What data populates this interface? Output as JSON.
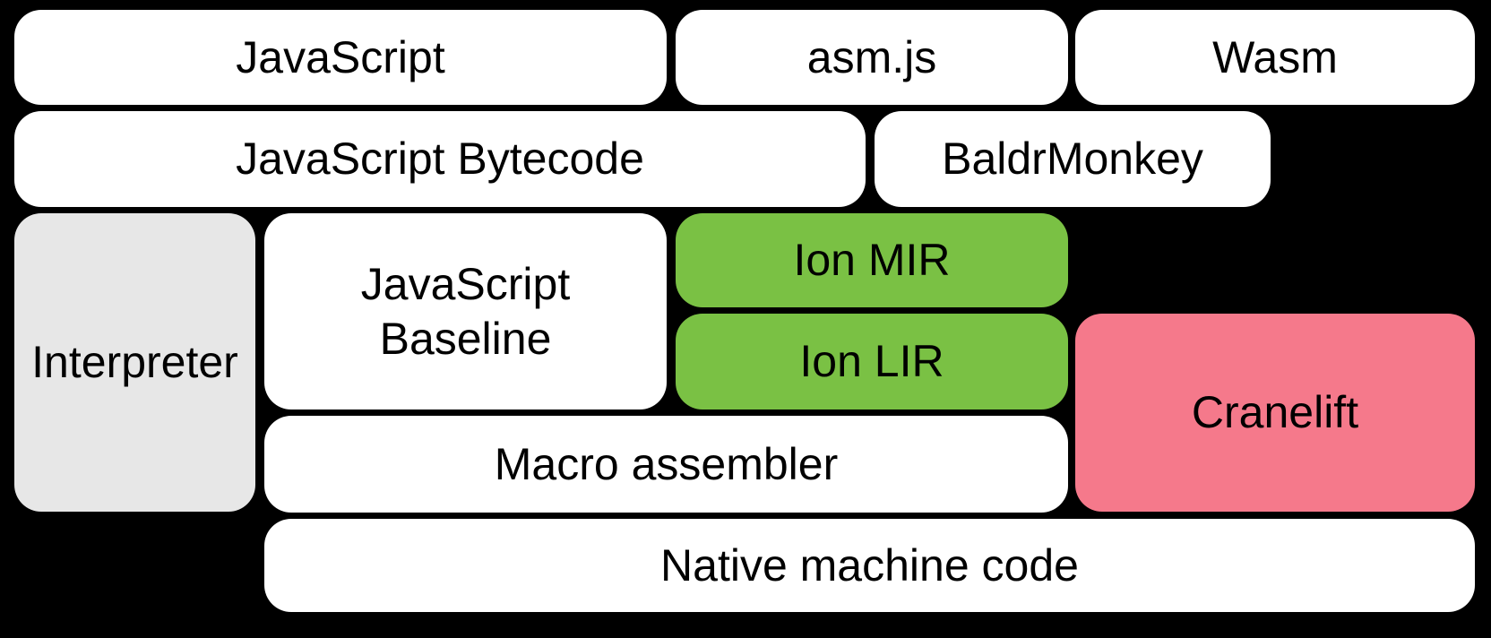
{
  "diagram": {
    "background": "#000000",
    "text_color": "#000000",
    "colors": {
      "white": "#ffffff",
      "gray": "#e7e7e7",
      "green": "#7ac144",
      "pink": "#f5798b"
    },
    "nodes": {
      "javascript": {
        "label": "JavaScript",
        "fill": "white"
      },
      "asmjs": {
        "label": "asm.js",
        "fill": "white"
      },
      "wasm": {
        "label": "Wasm",
        "fill": "white"
      },
      "bytecode": {
        "label": "JavaScript Bytecode",
        "fill": "white"
      },
      "baldrmonkey": {
        "label": "BaldrMonkey",
        "fill": "white"
      },
      "interpreter": {
        "label": "Interpreter",
        "fill": "gray"
      },
      "baseline": {
        "label": "JavaScript Baseline",
        "fill": "white"
      },
      "ion_mir": {
        "label": "Ion MIR",
        "fill": "green"
      },
      "ion_lir": {
        "label": "Ion LIR",
        "fill": "green"
      },
      "cranelift": {
        "label": "Cranelift",
        "fill": "pink"
      },
      "macro_assembler": {
        "label": "Macro assembler",
        "fill": "white"
      },
      "native": {
        "label": "Native machine code",
        "fill": "white"
      }
    }
  }
}
